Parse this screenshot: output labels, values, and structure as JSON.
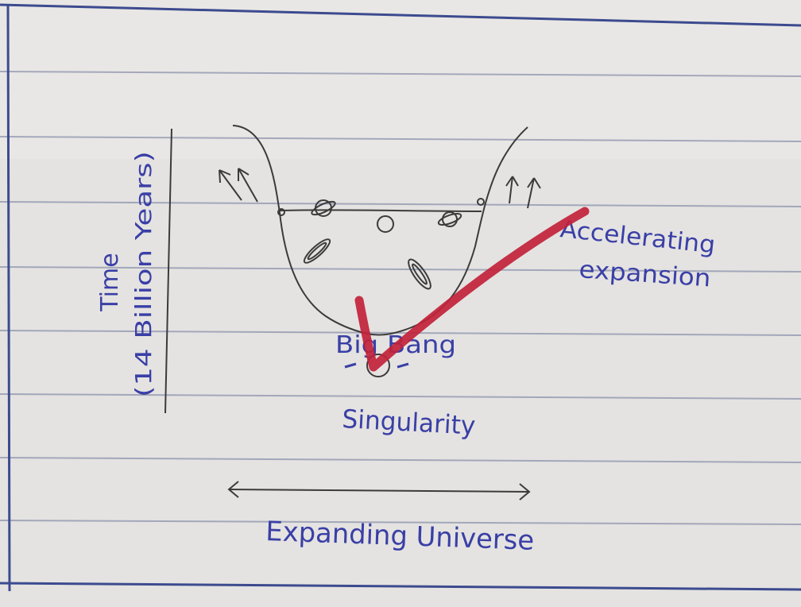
{
  "labels": {
    "time_axis": "Time",
    "time_axis_span": "(14 Billion Years)",
    "accelerating_line1": "Accelerating",
    "accelerating_line2": "expansion",
    "big_bang": "Big Bang",
    "singularity": "Singularity",
    "expanding_universe": "Expanding Universe"
  },
  "colors": {
    "paper": "#e6e5e3",
    "ruled_line": "#8d93ad",
    "border": "#3c4b8f",
    "pencil": "#3b3b3b",
    "ink": "#3a3fa6",
    "check_mark": "#c2223a"
  }
}
